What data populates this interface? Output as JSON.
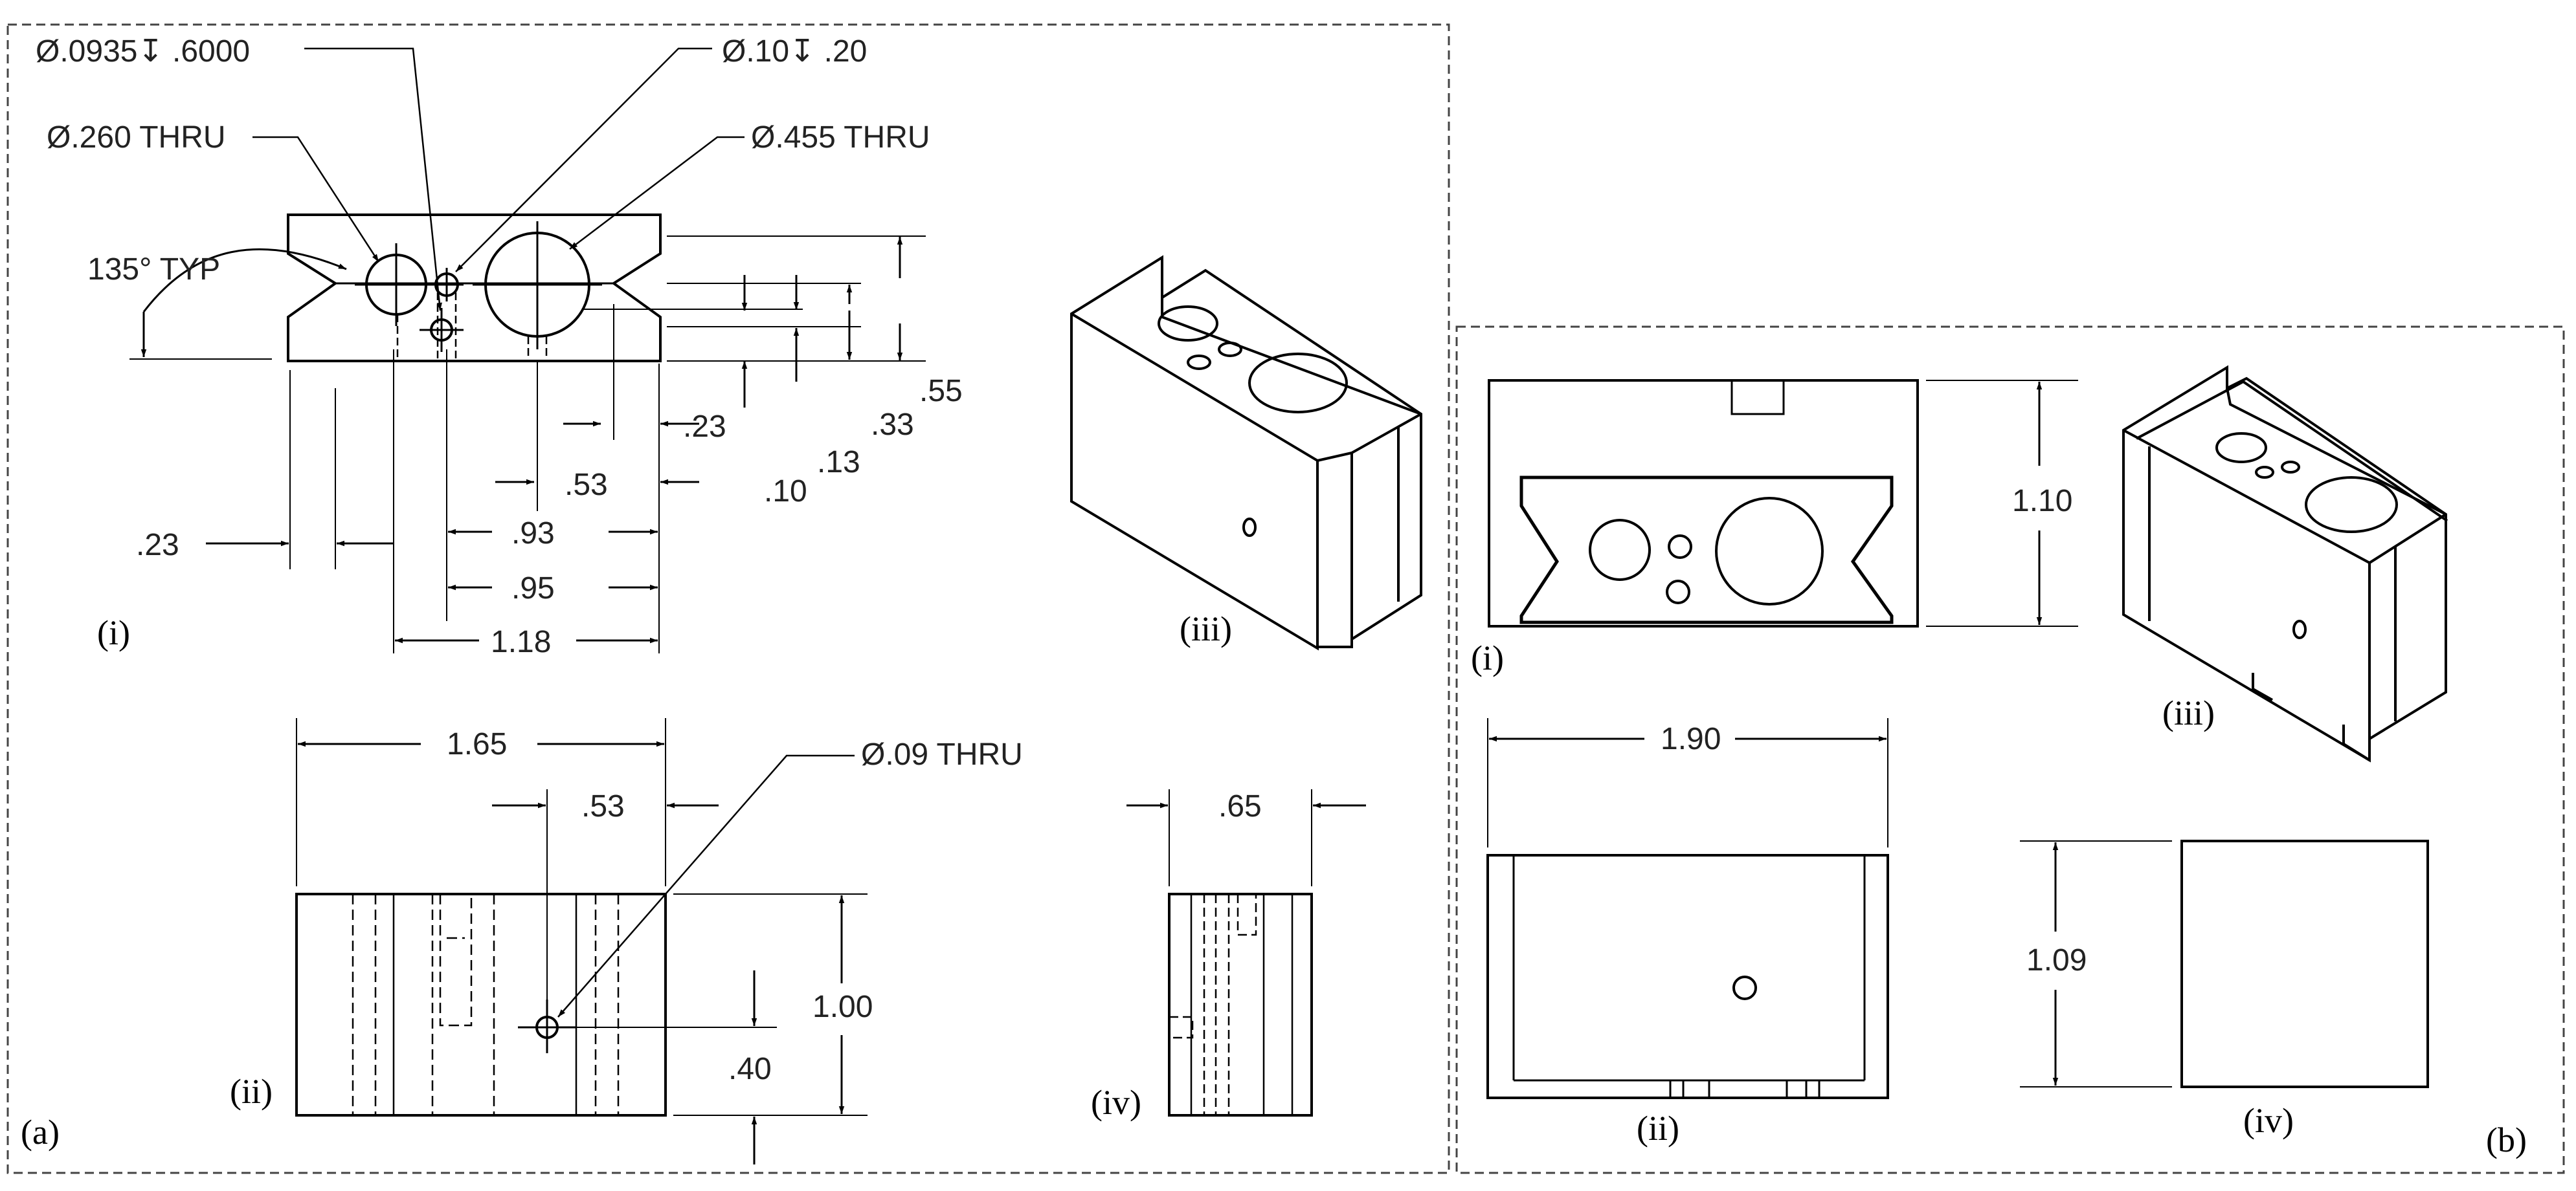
{
  "panel_a": {
    "tag": "(a)",
    "views": {
      "i": "(i)",
      "ii": "(ii)",
      "iii": "(iii)",
      "iv": "(iv)"
    },
    "callouts": {
      "hole_0935": "Ø.0935↧ .6000",
      "hole_10": "Ø.10↧ .20",
      "hole_260": "Ø.260 THRU",
      "hole_455": "Ø.455 THRU",
      "angle": "135° TYP",
      "hole_09": "Ø.09 THRU"
    },
    "dims_i": {
      "d55": ".55",
      "d33": ".33",
      "d13": ".13",
      "d10": ".10",
      "d23_right": ".23",
      "d53": ".53",
      "d23_left": ".23",
      "d93": ".93",
      "d95": ".95",
      "d118": "1.18"
    },
    "dims_ii": {
      "d165": "1.65",
      "d53": ".53",
      "d100": "1.00",
      "d40": ".40"
    },
    "dims_iv": {
      "d65": ".65"
    }
  },
  "panel_b": {
    "tag": "(b)",
    "views": {
      "i": "(i)",
      "ii": "(ii)",
      "iii": "(iii)",
      "iv": "(iv)"
    },
    "dims": {
      "d110": "1.10",
      "d190": "1.90",
      "d109": "1.09"
    }
  }
}
